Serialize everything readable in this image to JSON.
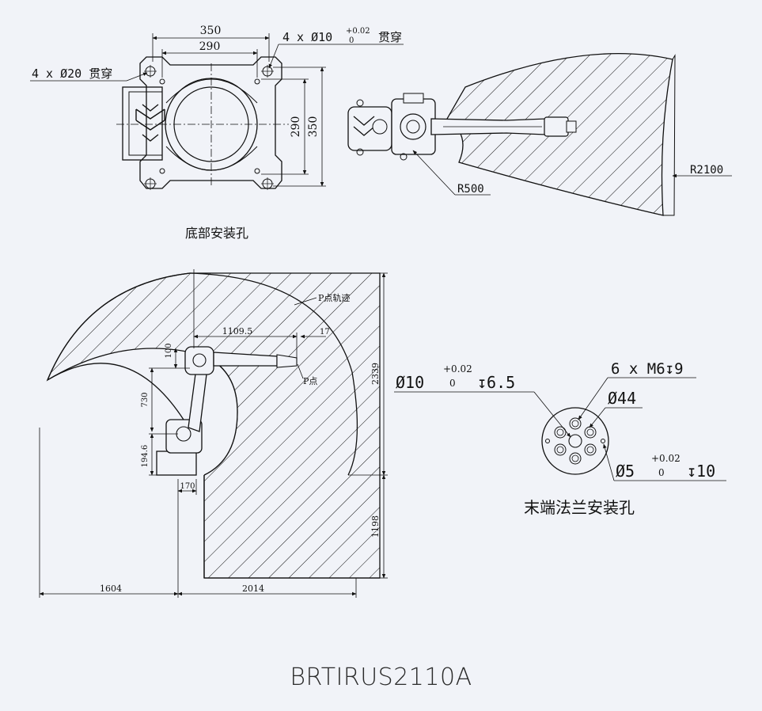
{
  "colors": {
    "background": "#f1f3f8",
    "line": "#111111"
  },
  "base_view": {
    "dim_overall_width": "350",
    "dim_hole_spacing_width": "290",
    "dim_hole_spacing_height": "290",
    "dim_overall_height": "350",
    "note_through_hole_small": "4 x Ø10",
    "note_through_hole_small_tol_upper": "+0.02",
    "note_through_hole_small_tol_lower": "0",
    "note_through_hole_small_suffix": "贯穿",
    "note_through_hole_large": "4 x Ø20 贯穿",
    "caption": "底部安装孔"
  },
  "top_view": {
    "radius_inner": "R500",
    "radius_outer": "R2100"
  },
  "side_view": {
    "trajectory_label": "P点轨迹",
    "p_point_label": "P点",
    "dim_reach": "1109.5",
    "dim_wrist": "17",
    "dim_100": "100",
    "dim_730": "730",
    "dim_194_6": "194.6",
    "dim_170": "170",
    "dim_total_height": "2339",
    "dim_below": "1198",
    "dim_left": "1604",
    "dim_right": "2014"
  },
  "flange_view": {
    "note_center_hole": "Ø10",
    "note_center_hole_tol_upper": "+0.02",
    "note_center_hole_tol_lower": "0",
    "note_center_hole_depth": "↧6.5",
    "note_threads": "6 x M6↧9",
    "note_pcd": "Ø44",
    "note_pin": "Ø5",
    "note_pin_tol_upper": "+0.02",
    "note_pin_tol_lower": "0",
    "note_pin_depth": "↧10",
    "caption": "末端法兰安装孔"
  },
  "model_name": "BRTIRUS2110A"
}
